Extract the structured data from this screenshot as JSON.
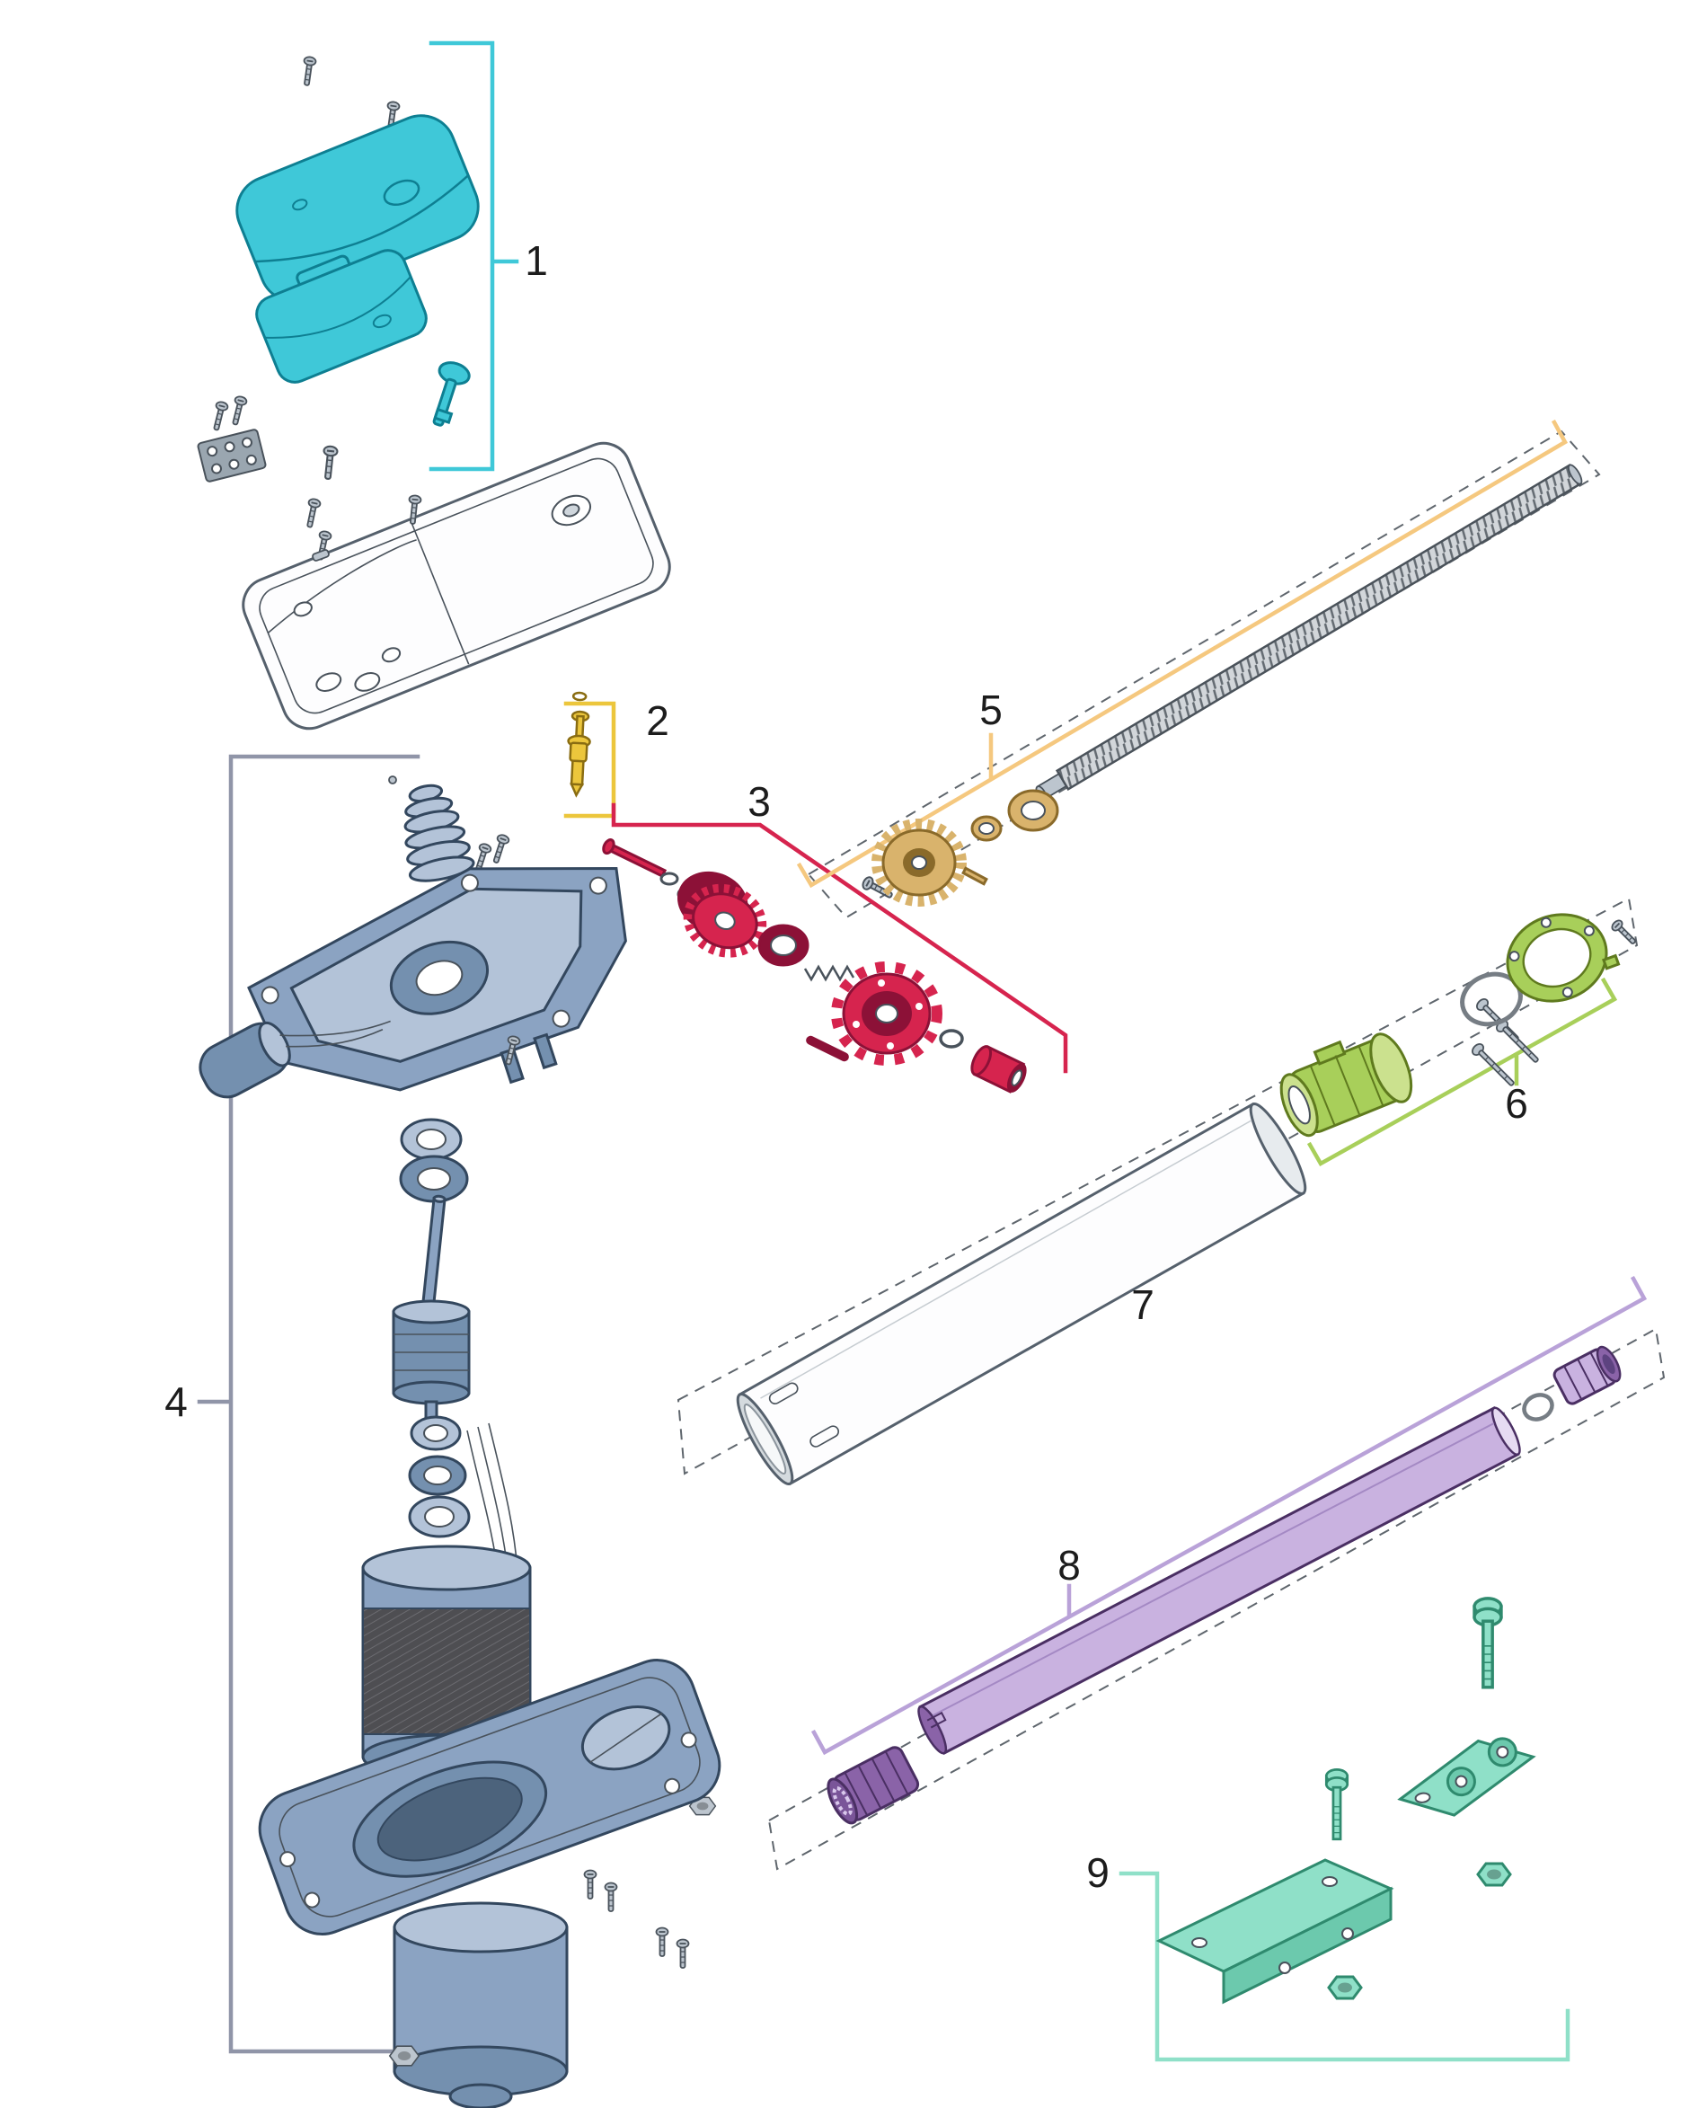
{
  "diagram": {
    "type": "exploded-parts-diagram",
    "background": "#ffffff",
    "label_color": "#1c1c1c",
    "groups": [
      {
        "label": "1",
        "name": "cover-assembly",
        "color": "#3fc8d8",
        "parts": [
          "top-cover",
          "inner-cover",
          "release-key",
          "terminal-block",
          "cover-screws"
        ]
      },
      {
        "label": "2",
        "name": "release-valve",
        "color": "#ecc63c",
        "parts": [
          "release-valve"
        ]
      },
      {
        "label": "3",
        "name": "gear-set",
        "color": "#d6244e",
        "parts": [
          "gear-bolt",
          "washers",
          "drive-gear",
          "gear-collar",
          "clutch-spring",
          "clutch-wheel",
          "clutch-pin",
          "o-ring",
          "gear-bushing"
        ]
      },
      {
        "label": "4",
        "name": "motor-assembly",
        "color": "#9095a8",
        "parts": [
          "worm-bellows",
          "gearbox-housing",
          "capacitor",
          "bearings",
          "rotor-shaft",
          "rotor",
          "washer-stack",
          "stator",
          "motor-base-plate",
          "motor-can",
          "screws",
          "nuts"
        ]
      },
      {
        "label": "5",
        "name": "worm-screw-assembly",
        "color": "#f5c87f",
        "parts": [
          "worm-screw",
          "bevel-gear",
          "bevel-washer",
          "screw-bearing",
          "bevel-pin",
          "bevel-bolt"
        ]
      },
      {
        "label": "6",
        "name": "guide-bushing-assembly",
        "color": "#a8cf5a",
        "parts": [
          "tube-end-ring",
          "guide-o-ring",
          "guide-screws",
          "guide-bushing"
        ]
      },
      {
        "label": "7",
        "name": "outer-tube",
        "color": "#9aa3ab",
        "parts": [
          "outer-tube"
        ]
      },
      {
        "label": "8",
        "name": "drive-tube-assembly",
        "color": "#b9a2d8",
        "parts": [
          "front-coupler",
          "drive-tube",
          "tube-o-ring",
          "rear-coupler"
        ]
      },
      {
        "label": "9",
        "name": "mounting-brackets",
        "color": "#8fe0c8",
        "parts": [
          "front-mounting-bracket",
          "rear-mounting-bracket",
          "bolts",
          "nuts"
        ]
      }
    ],
    "palette": {
      "cyan": "#3fc8d8",
      "cyan_dark": "#0e7f92",
      "yellow": "#ecc63c",
      "yellow_dark": "#8a6d12",
      "red": "#d6244e",
      "red_dark": "#8c1137",
      "steel": "#8ba3c2",
      "steel_light": "#b3c3d8",
      "steel_mid": "#7490af",
      "steel_dark": "#33475e",
      "orange": "#f5c87f",
      "tan": "#d9b36c",
      "tan_dark": "#8a6a2a",
      "green": "#a8cf5a",
      "green_light": "#cbe18e",
      "green_dark": "#5f7a1e",
      "purple": "#c9b2e0",
      "purple_mid": "#8a63a8",
      "purple_dark": "#4a2f63",
      "teal": "#8fe0c8",
      "teal_mid": "#6cc9ad",
      "teal_dark": "#2f8a6e",
      "metal": "#bcc5ce",
      "metal_dark": "#49525b",
      "label": "#1c1c1c",
      "background": "#ffffff",
      "dash": "#5f666d"
    }
  }
}
